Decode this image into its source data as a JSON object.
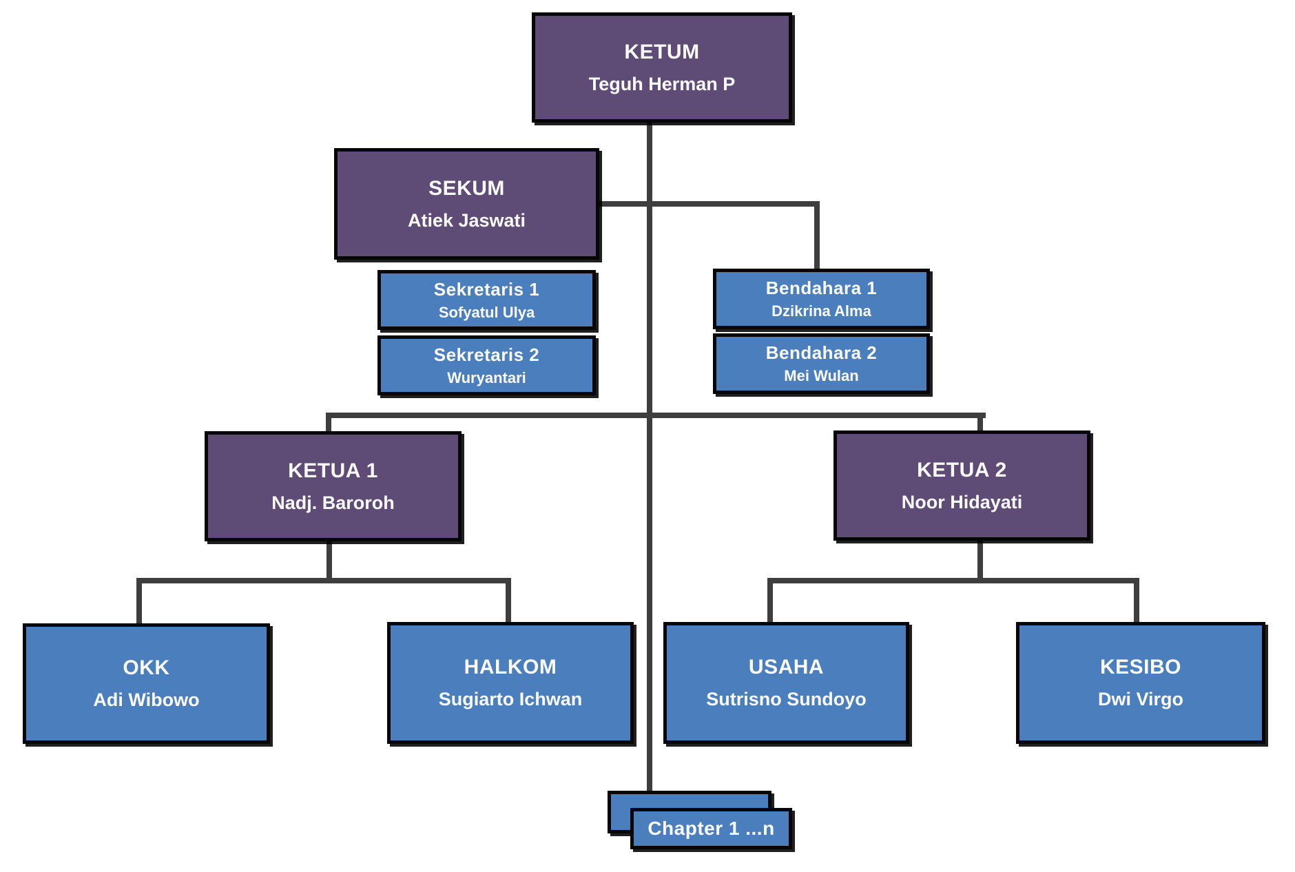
{
  "diagram": {
    "colors": {
      "purple_box": "#5e4b76",
      "blue_box": "#4a7ebd",
      "connector": "#3e3e3e",
      "border": "#060606",
      "text": "#fbfbfb"
    },
    "nodes": [
      {
        "id": "ketum",
        "title": "KETUM",
        "name": "Teguh Herman P"
      },
      {
        "id": "sekum",
        "title": "SEKUM",
        "name": "Atiek Jaswati"
      },
      {
        "id": "sek1",
        "title": "Sekretaris 1",
        "name": "Sofyatul Ulya"
      },
      {
        "id": "sek2",
        "title": "Sekretaris 2",
        "name": "Wuryantari"
      },
      {
        "id": "bend1",
        "title": "Bendahara 1",
        "name": "Dzikrina Alma"
      },
      {
        "id": "bend2",
        "title": "Bendahara 2",
        "name": "Mei Wulan"
      },
      {
        "id": "ketua1",
        "title": "KETUA 1",
        "name": "Nadj. Baroroh"
      },
      {
        "id": "ketua2",
        "title": "KETUA 2",
        "name": "Noor Hidayati"
      },
      {
        "id": "okk",
        "title": "OKK",
        "name": "Adi Wibowo"
      },
      {
        "id": "halkom",
        "title": "HALKOM",
        "name": "Sugiarto Ichwan"
      },
      {
        "id": "usaha",
        "title": "USAHA",
        "name": "Sutrisno Sundoyo"
      },
      {
        "id": "kesibo",
        "title": "KESIBO",
        "name": "Dwi Virgo"
      },
      {
        "id": "chapter",
        "title": "Chapter 1 ...n"
      }
    ]
  }
}
